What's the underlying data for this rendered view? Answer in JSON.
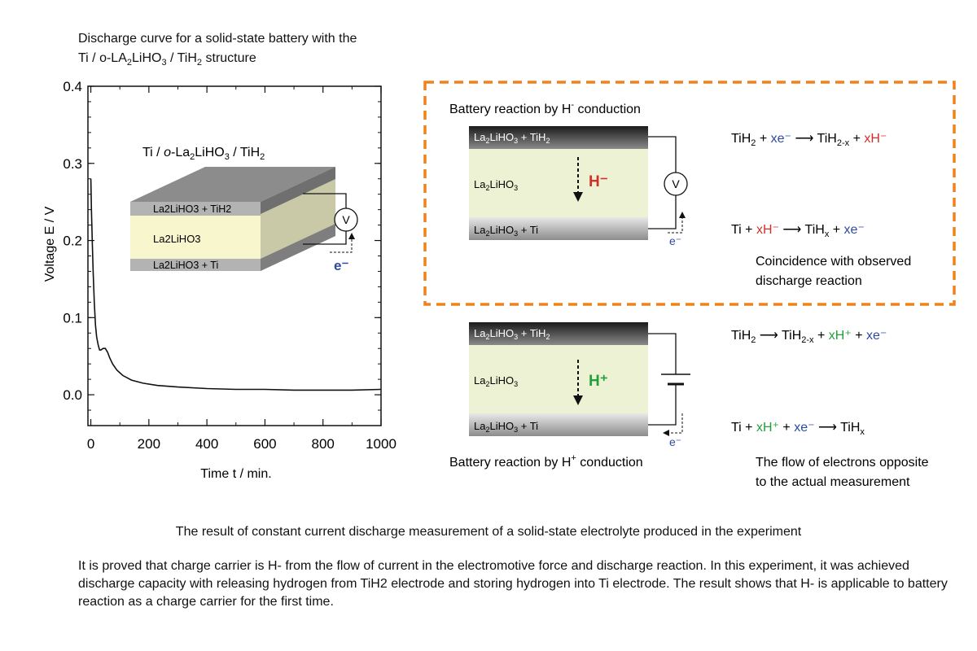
{
  "figure": {
    "title_line1": "Discharge curve for a solid-state battery with the",
    "title_line2_parts": [
      "Ti / o-LA",
      "2",
      "LiHO",
      "3",
      " / TiH",
      "2",
      " structure"
    ],
    "caption": "The result of constant current discharge measurement of a solid-state electrolyte produced in the experiment",
    "paragraph": "It is proved that charge carrier is H- from the flow of current in the electromotive force and discharge reaction. In this experiment, it was achieved discharge capacity with releasing hydrogen from TiH2 electrode and storing hydrogen into Ti electrode. The result shows that H- is applicable to battery reaction as a charge carrier for the first time."
  },
  "chart_data": {
    "type": "line",
    "xlabel": "Time t / min.",
    "ylabel": "Voltage E / V",
    "xlim": [
      -10,
      1000
    ],
    "ylim": [
      -0.04,
      0.4
    ],
    "xticks": [
      0,
      200,
      400,
      600,
      800,
      1000
    ],
    "yticks": [
      0.0,
      0.1,
      0.2,
      0.3,
      0.4
    ],
    "ytick_labels": [
      "0.0",
      "0.1",
      "0.2",
      "0.3",
      "0.4"
    ],
    "grid": false,
    "series": [
      {
        "x": [
          0,
          2,
          5,
          8,
          12,
          16,
          20,
          25,
          30,
          35,
          42,
          50,
          58,
          65,
          75,
          90,
          110,
          140,
          180,
          230,
          300,
          400,
          500,
          600,
          700,
          800,
          900,
          1000
        ],
        "y": [
          0.28,
          0.24,
          0.2,
          0.16,
          0.12,
          0.09,
          0.075,
          0.065,
          0.058,
          0.058,
          0.06,
          0.06,
          0.055,
          0.048,
          0.04,
          0.032,
          0.025,
          0.019,
          0.015,
          0.012,
          0.01,
          0.008,
          0.007,
          0.007,
          0.006,
          0.006,
          0.006,
          0.007
        ]
      }
    ]
  },
  "inset": {
    "title_parts": [
      "Ti / ",
      "o",
      "-La",
      "2",
      "LiHO",
      "3",
      " / TiH",
      "2"
    ],
    "layer_top": "La2LiHO3 + TiH2",
    "layer_mid": "La2LiHO3",
    "layer_bot": "La2LiHO3 + Ti",
    "voltmeter": "V",
    "electron": "e⁻"
  },
  "h_minus_panel": {
    "title": "Battery reaction by H",
    "title_sup": "-",
    "title_end": " conduction",
    "layer_top": [
      "La",
      "2",
      "LiHO",
      "3",
      " + TiH",
      "2"
    ],
    "layer_mid": [
      "La",
      "2",
      "LiHO",
      "3"
    ],
    "layer_bot": [
      "La",
      "2",
      "LiHO",
      "3",
      " + Ti"
    ],
    "ion": "H⁻",
    "voltmeter": "V",
    "electron": "e⁻",
    "eq1": [
      "TiH",
      "2",
      " + ",
      "xe⁻",
      " ⟶ ",
      "TiH",
      "2-x",
      " + ",
      "xH⁻"
    ],
    "eq2": [
      "Ti + ",
      "xH⁻",
      " ⟶ ",
      "TiH",
      "x",
      " + ",
      "xe⁻"
    ],
    "note_line1": "Coincidence with observed",
    "note_line2": "discharge reaction",
    "border_color": "#f0821e"
  },
  "h_plus_panel": {
    "title": "Battery reaction by H",
    "title_sup": "+",
    "title_end": " conduction",
    "layer_top": [
      "La",
      "2",
      "LiHO",
      "3",
      " + TiH",
      "2"
    ],
    "layer_mid": [
      "La",
      "2",
      "LiHO",
      "3"
    ],
    "layer_bot": [
      "La",
      "2",
      "LiHO",
      "3",
      " + Ti"
    ],
    "ion": "H⁺",
    "electron": "e⁻",
    "eq1": [
      "TiH",
      "2",
      " ⟶ ",
      "TiH",
      "2-x",
      " + ",
      "xH⁺",
      " + ",
      "xe⁻"
    ],
    "eq2": [
      "Ti + ",
      "xH⁺",
      " + ",
      "xe⁻",
      " ⟶ ",
      "TiH",
      "x"
    ],
    "note_line1": "The flow of electrons opposite",
    "note_line2": "to the actual measurement"
  }
}
